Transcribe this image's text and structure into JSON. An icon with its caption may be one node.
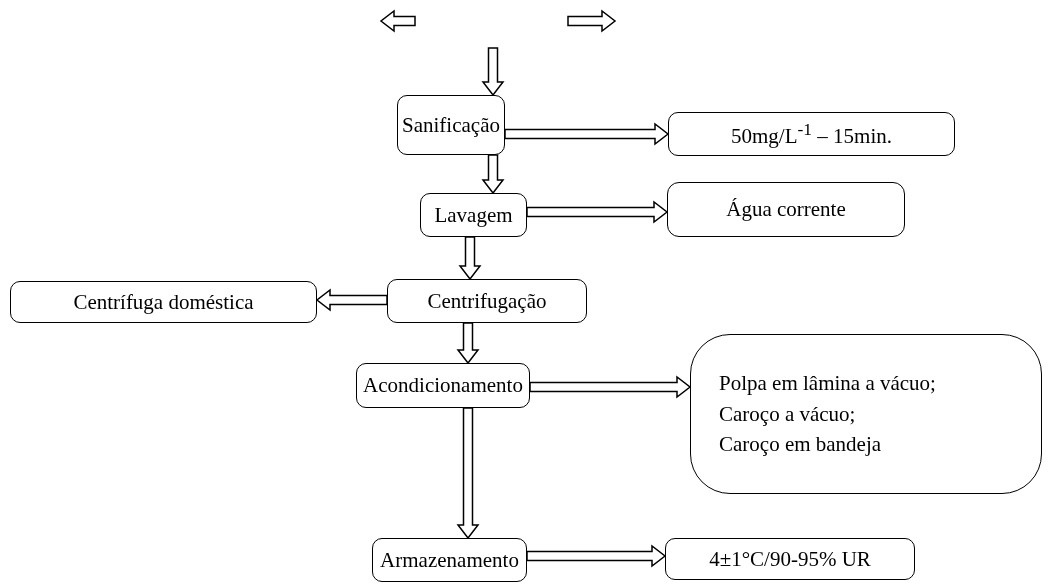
{
  "diagram": {
    "nodes": [
      {
        "text": [
          "Sanificação"
        ]
      },
      {
        "text": [
          "50mg/L$^{-1}$ – 15min."
        ]
      },
      {
        "text": [
          "Lavagem"
        ]
      },
      {
        "text": [
          "Água corrente"
        ]
      },
      {
        "text": [
          "Centrifugação"
        ]
      },
      {
        "text": [
          "Centrífuga doméstica"
        ]
      },
      {
        "text": [
          "Acondicionamento"
        ]
      },
      {
        "text": [
          "Polpa em lâmina a vácuo;",
          "Caroço a vácuo;",
          "Caroço em bandeja"
        ]
      },
      {
        "text": [
          "Armazenamento"
        ]
      },
      {
        "text": [
          "4±1°C/90-95% UR"
        ]
      }
    ],
    "edges": [
      {
        "from": null,
        "to": 0,
        "arrow": "to"
      },
      {
        "from": 0,
        "to": 1,
        "arrow": "to"
      },
      {
        "from": 0,
        "to": 2,
        "arrow": "to"
      },
      {
        "from": 2,
        "to": 3,
        "arrow": "to"
      },
      {
        "from": 2,
        "to": 4,
        "arrow": "to"
      },
      {
        "from": 4,
        "to": 5,
        "arrow": "to"
      },
      {
        "from": 4,
        "to": 6,
        "arrow": "to"
      },
      {
        "from": 6,
        "to": 7,
        "arrow": "to"
      },
      {
        "from": 6,
        "to": 8,
        "arrow": "to"
      },
      {
        "from": 8,
        "to": 9,
        "arrow": "to"
      }
    ]
  }
}
